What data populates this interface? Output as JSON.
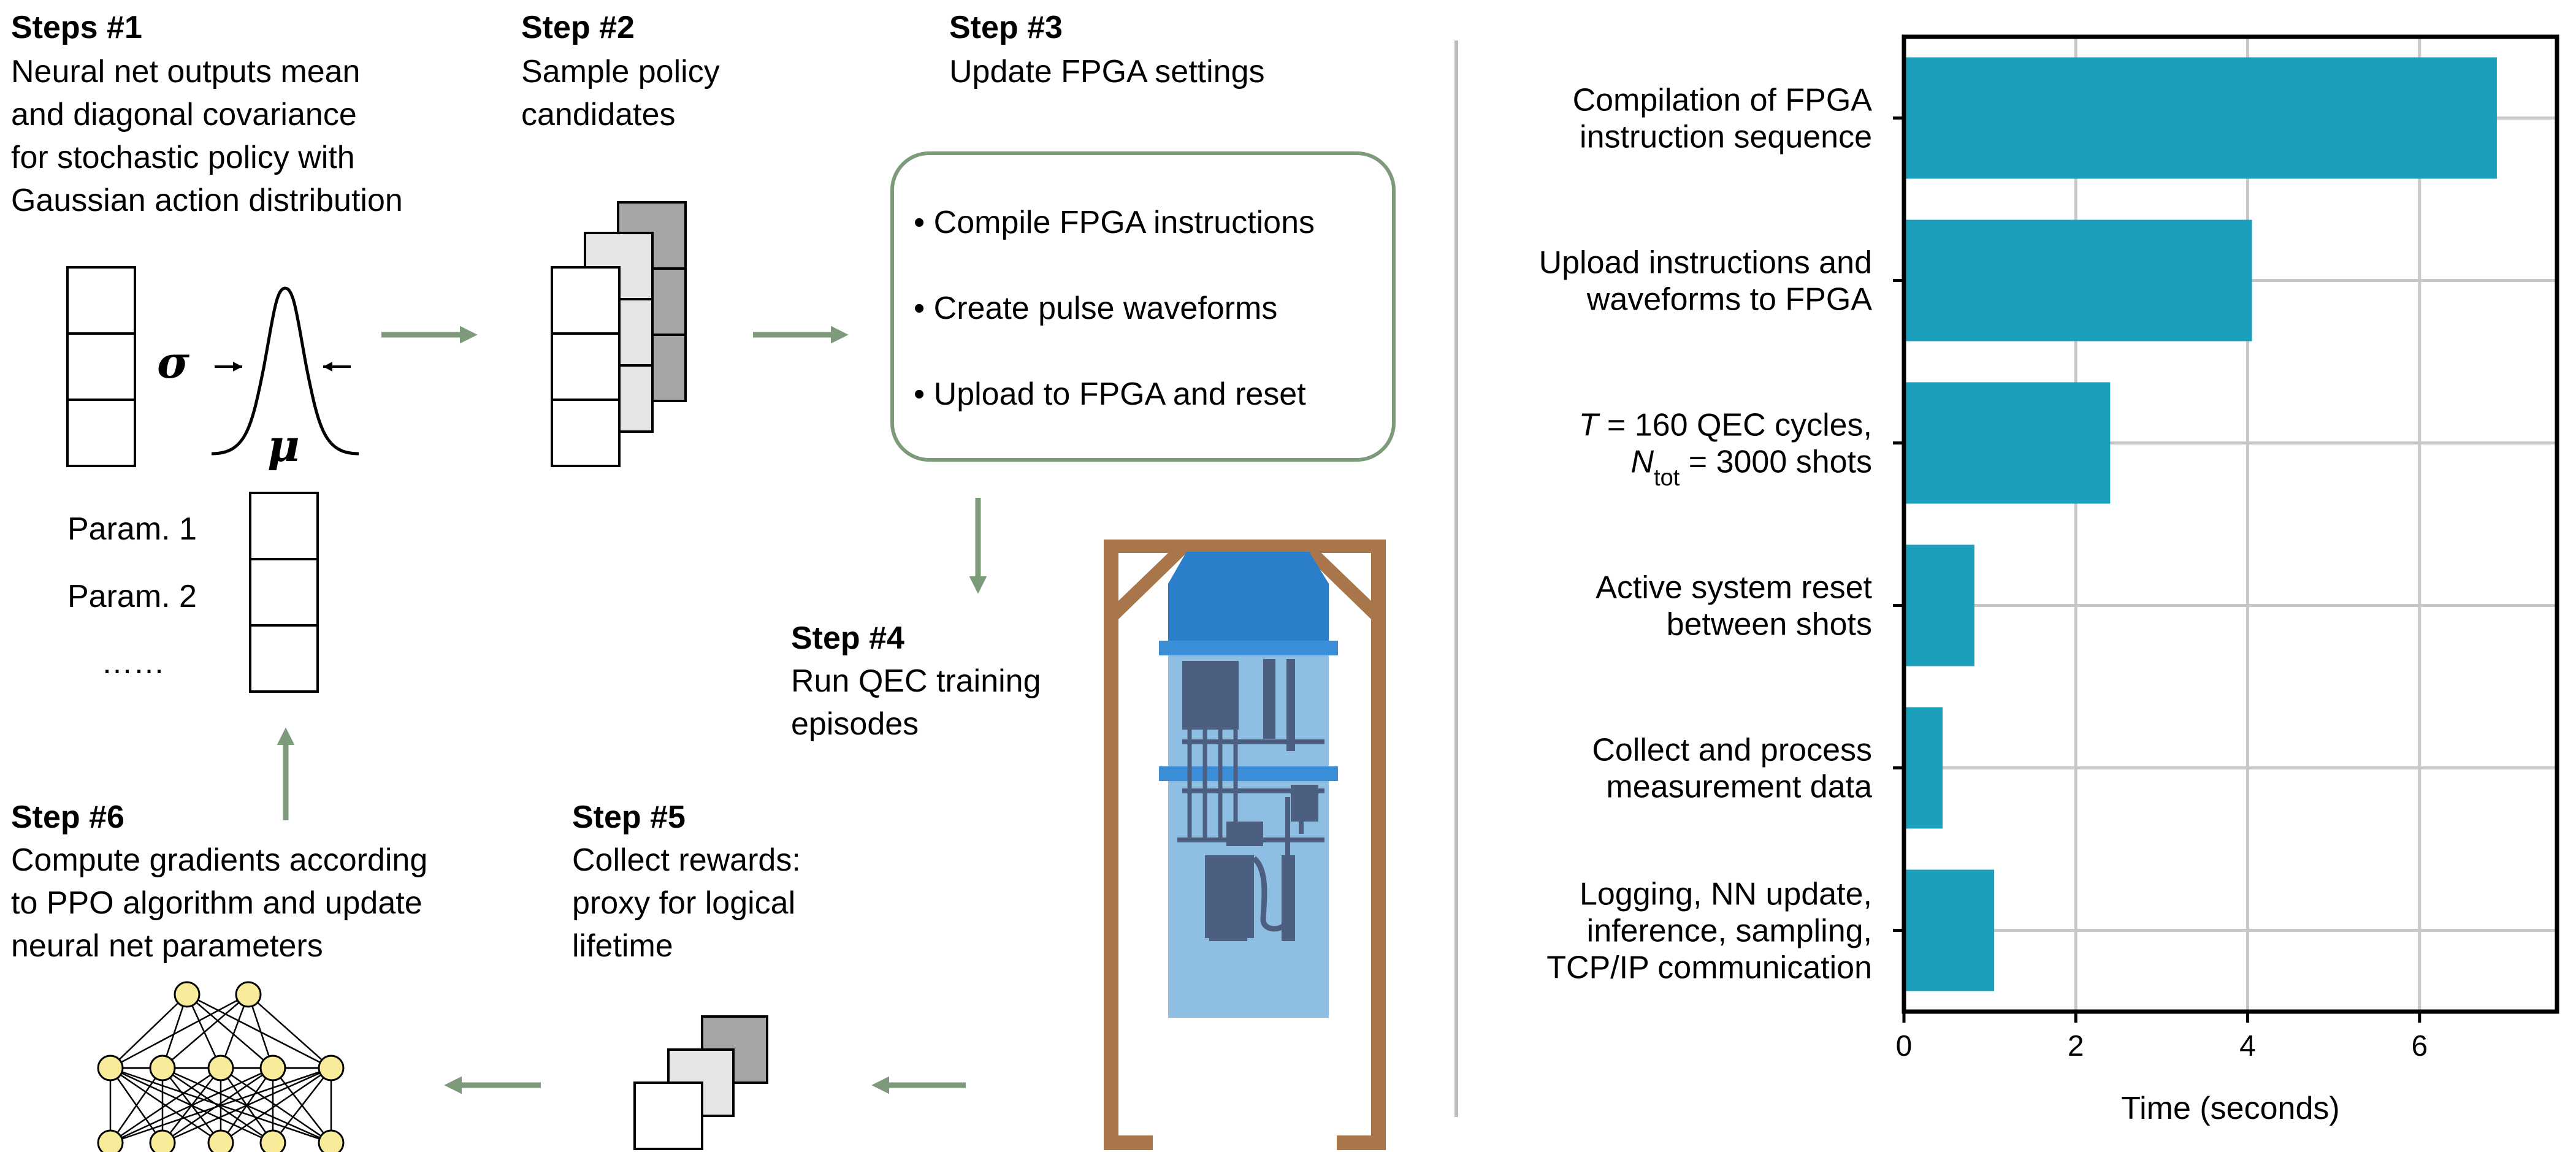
{
  "colors": {
    "arrow": "#7d9a7a",
    "bar": "#1a9fbd",
    "cryostat_frame": "#a8764a",
    "cryostat_dark": "#2b7ec9",
    "cryostat_light": "#8ebfe3",
    "cryostat_band": "#3a8fd8",
    "cryostat_hardware": "#4d5f80",
    "node_fill": "#f8eb9a",
    "stack_gray_dark": "#a6a6a6",
    "stack_gray_light": "#e6e6e6",
    "divider": "#bbbbbb",
    "grid": "#c8c8c8"
  },
  "steps": {
    "s1": {
      "title": "Steps #1",
      "lines": [
        "Neural net outputs mean",
        "and diagonal covariance",
        "for stochastic policy with",
        "Gaussian action distribution"
      ]
    },
    "s2": {
      "title": "Step #2",
      "lines": [
        "Sample policy",
        "candidates"
      ]
    },
    "s3": {
      "title": "Step #3",
      "lines": [
        "Update FPGA settings"
      ]
    },
    "s4": {
      "title": "Step #4",
      "lines": [
        "Run QEC training",
        "episodes"
      ]
    },
    "s5": {
      "title": "Step #5",
      "lines": [
        "Collect rewards:",
        "proxy for logical",
        "lifetime"
      ]
    },
    "s6": {
      "title": "Step #6",
      "lines": [
        "Compute gradients according",
        "to PPO algorithm and update",
        "neural net parameters"
      ]
    }
  },
  "fpga_box": {
    "items": [
      "• Compile FPGA instructions",
      "• Create pulse waveforms",
      "• Upload to FPGA and reset"
    ]
  },
  "gaussian": {
    "sigma": "σ",
    "mu": "μ"
  },
  "params": {
    "labels": [
      "Param. 1",
      "Param. 2"
    ],
    "ellipsis": "……"
  },
  "chart_data": {
    "type": "bar",
    "orientation": "horizontal",
    "categories": [
      [
        "Compilation of FPGA",
        "instruction sequence"
      ],
      [
        "Upload instructions and",
        "waveforms to FPGA"
      ],
      [
        "T = 160 QEC cycles,",
        "Ntot = 3000 shots"
      ],
      [
        "Active system reset",
        "between shots"
      ],
      [
        "Collect and process",
        "measurement data"
      ],
      [
        "Logging, NN update,",
        "inference, sampling,",
        "TCP/IP communication"
      ]
    ],
    "values": [
      6.9,
      4.05,
      2.4,
      0.82,
      0.45,
      1.05
    ],
    "xlabel": "Time (seconds)",
    "xlim": [
      0,
      7.6
    ],
    "xticks": [
      0,
      2,
      4,
      6
    ],
    "grid": true
  }
}
